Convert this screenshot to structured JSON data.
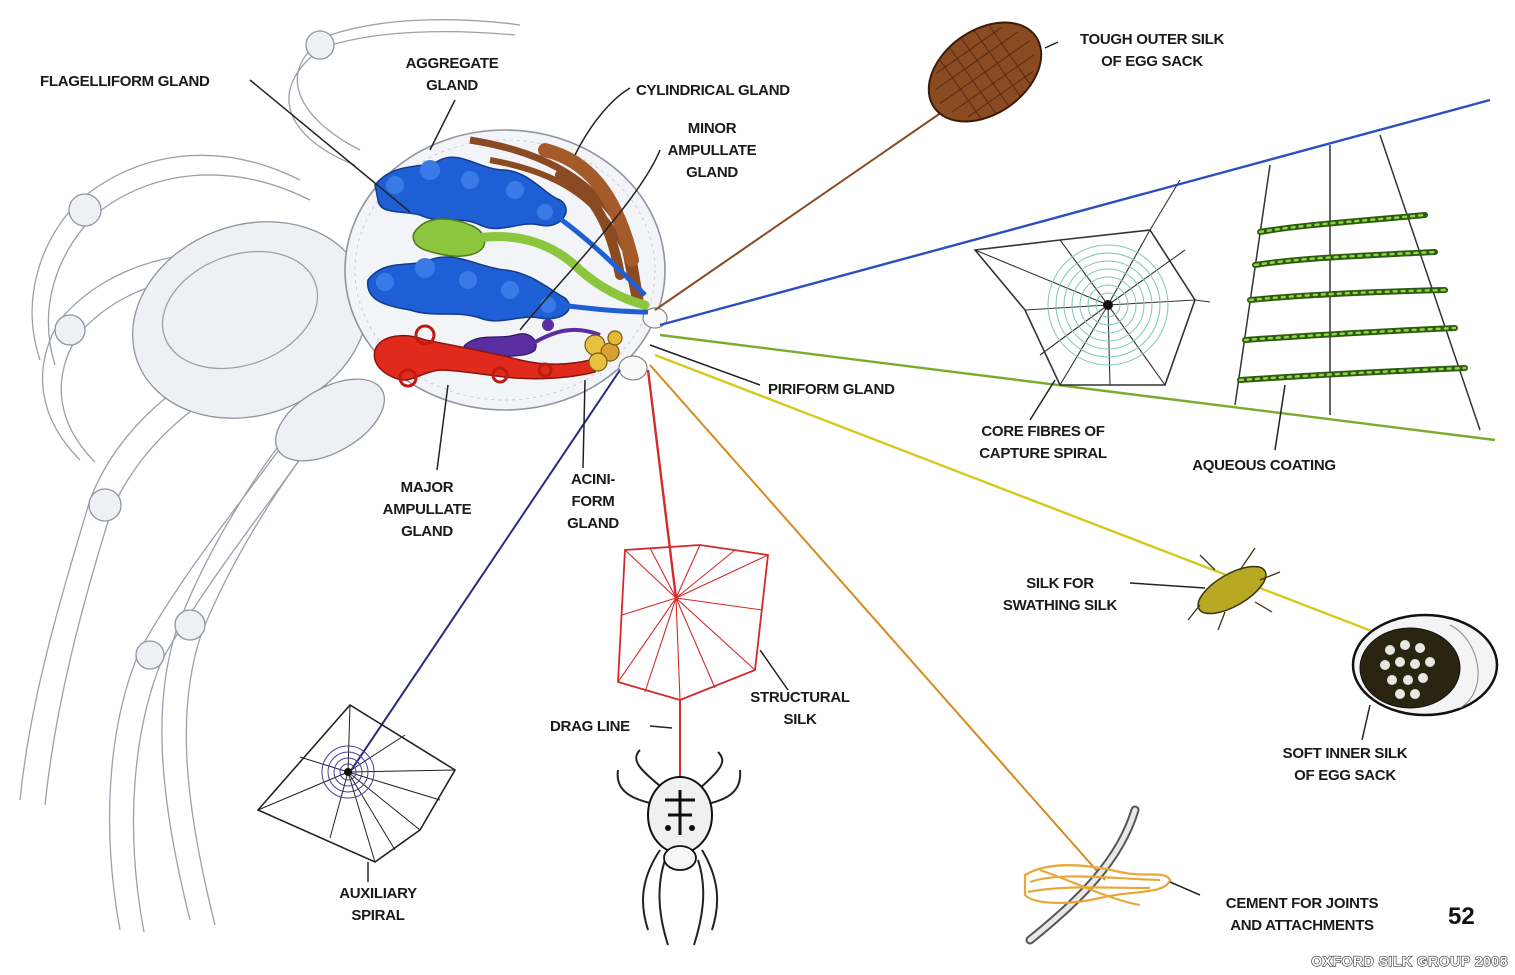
{
  "labels": {
    "flagelliform_gland": "FLAGELLIFORM GLAND",
    "aggregate_gland": [
      "AGGREGATE",
      "GLAND"
    ],
    "cylindrical_gland": "CYLINDRICAL GLAND",
    "minor_ampullate_gland": [
      "MINOR",
      "AMPULLATE",
      "GLAND"
    ],
    "tough_outer_silk": [
      "TOUGH OUTER SILK",
      "OF EGG SACK"
    ],
    "piriform_gland": "PIRIFORM GLAND",
    "core_fibres": [
      "CORE FIBRES OF",
      "CAPTURE SPIRAL"
    ],
    "aqueous_coating": "AQUEOUS COATING",
    "major_ampullate_gland": [
      "MAJOR",
      "AMPULLATE",
      "GLAND"
    ],
    "aciniform_gland": [
      "ACINI-",
      "FORM",
      "GLAND"
    ],
    "silk_for_swathing": [
      "SILK FOR",
      "SWATHING SILK"
    ],
    "structural_silk": [
      "STRUCTURAL",
      "SILK"
    ],
    "drag_line": "DRAG LINE",
    "soft_inner_silk": [
      "SOFT INNER SILK",
      "OF EGG SACK"
    ],
    "auxiliary_spiral": [
      "AUXILIARY",
      "SPIRAL"
    ],
    "cement": [
      "CEMENT FOR JOINTS",
      "AND ATTACHMENTS"
    ]
  },
  "page_number": "52",
  "credit": "OXFORD SILK GROUP 2008",
  "colors": {
    "aggregate": "#1f5fd6",
    "flagelliform_line": "#2b4fc0",
    "cylindrical": "#8a4a22",
    "minor_ampullate": "#8cc63e",
    "major_ampullate": "#e02a1c",
    "aciniform": "#5a2ea0",
    "piriform": "#c89a2a",
    "aqueous_line": "#7aab2e",
    "swathing_line": "#d8c81e",
    "structural_line": "#d42a2a",
    "cement_line": "#d58a1e",
    "auxiliary_line": "#2a2a7a",
    "egg_sack_outer": "#8a4a22"
  }
}
